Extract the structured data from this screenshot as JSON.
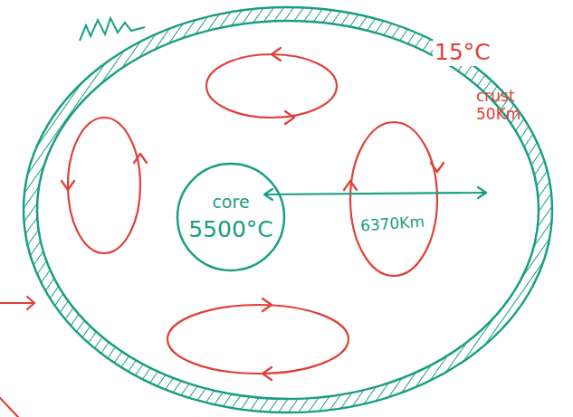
{
  "diagram": {
    "nodes": [
      {
        "text": [
          "core",
          "5500°C"
        ]
      }
    ],
    "labels": [
      "15°C",
      "crust 50Km",
      "6370Km"
    ]
  }
}
